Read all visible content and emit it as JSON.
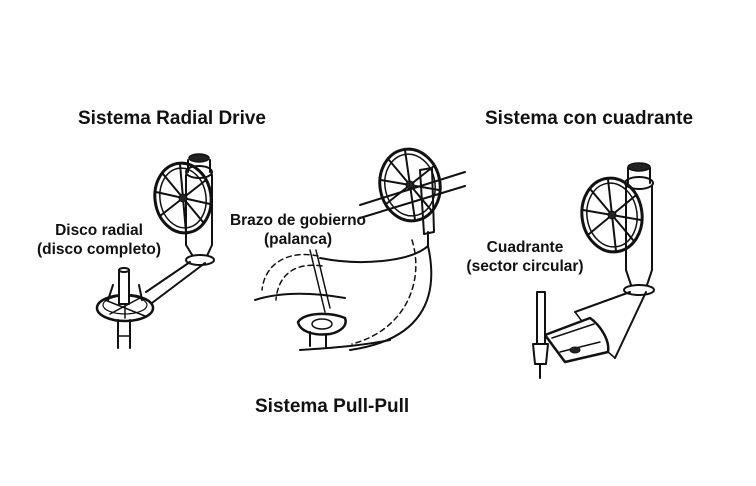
{
  "titles": {
    "radial": "Sistema Radial Drive",
    "quadrant": "Sistema con cuadrante",
    "pullpull": "Sistema Pull-Pull"
  },
  "labels": {
    "radial_disc": [
      "Disco radial",
      "(disco completo)"
    ],
    "tiller_arm": [
      "Brazo de gobierno",
      "(palanca)"
    ],
    "quadrant": [
      "Cuadrante",
      "(sector circular)"
    ]
  },
  "icons": {
    "radial": "steering-wheel-radial-drive-icon",
    "pullpull": "steering-wheel-pull-pull-icon",
    "quadrant": "steering-wheel-quadrant-icon"
  },
  "colors": {
    "ink": "#111111",
    "background": "#ffffff"
  }
}
